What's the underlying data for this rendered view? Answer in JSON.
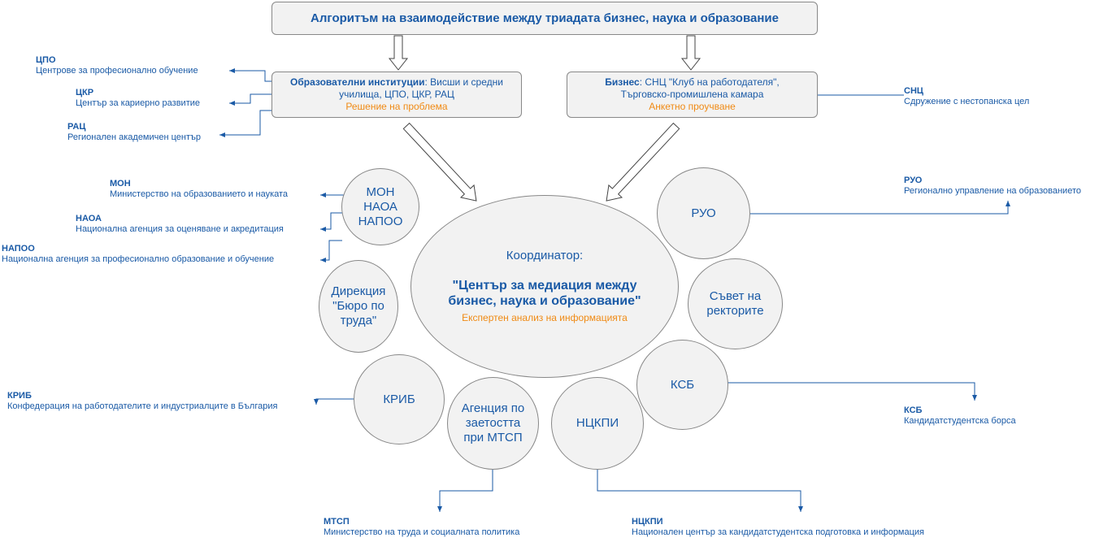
{
  "title": "Алгоритъм на взаимодействие между триадата бизнес, наука и образование",
  "education": {
    "label": "Образователни институции",
    "text_line1": ": Висши и средни",
    "text_line2": "училища, ЦПО, ЦКР, РАЦ",
    "action": "Решение на проблема"
  },
  "business": {
    "label": "Бизнес",
    "text_line1": ": СНЦ \"Клуб на работодателя\",",
    "text_line2": "Търговско-промишлена камара",
    "action": "Анкетно проучване"
  },
  "coordinator": {
    "label": "Координатор:",
    "name_line1": "\"Център за медиация между",
    "name_line2": "бизнес, наука и образование\"",
    "analysis": "Експертен анализ на информацията"
  },
  "circles": {
    "mon": [
      "МОН",
      "НАОА",
      "НАПОО"
    ],
    "direction": [
      "Дирекция",
      "\"Бюро по",
      "труда\""
    ],
    "krib": [
      "КРИБ"
    ],
    "agency": [
      "Агенция по",
      "заетостта",
      "при МТСП"
    ],
    "nckpi": [
      "НЦКПИ"
    ],
    "ksb": [
      "КСБ"
    ],
    "council": [
      "Съвет на",
      "ректорите"
    ],
    "ruo": [
      "РУО"
    ]
  },
  "notes": {
    "cpo": {
      "abbr": "ЦПО",
      "full": "Центрове за професионално обучение"
    },
    "ckr": {
      "abbr": "ЦКР",
      "full": "Център за кариерно развитие"
    },
    "rac": {
      "abbr": "РАЦ",
      "full": "Регионален академичен център"
    },
    "snc": {
      "abbr": "СНЦ",
      "full": "Сдружение с нестопанска цел"
    },
    "mon": {
      "abbr": "МОН",
      "full": "Министерство на образованието и науката"
    },
    "naoa": {
      "abbr": "НАОА",
      "full": "Национална агенция за оценяване и акредитация"
    },
    "napoo": {
      "abbr": "НАПОО",
      "full": "Национална агенция за професионално образование и обучение"
    },
    "ruo": {
      "abbr": "РУО",
      "full": "Регионално управление на образованието"
    },
    "krib": {
      "abbr": "КРИБ",
      "full": "Конфедерация на работодателите и индустриалците в България"
    },
    "ksb": {
      "abbr": "КСБ",
      "full": "Кандидатстудентска борса"
    },
    "mtsp": {
      "abbr": "МТСП",
      "full": "Министерство на труда и социалната политика"
    },
    "nckpi": {
      "abbr": "НЦКПИ",
      "full": "Национален център за кандидатстудентска подготовка и информация"
    }
  },
  "colors": {
    "text": "#1a5aa6",
    "accent": "#f08a14",
    "box_fill": "#f2f2f2",
    "border": "#888888"
  }
}
